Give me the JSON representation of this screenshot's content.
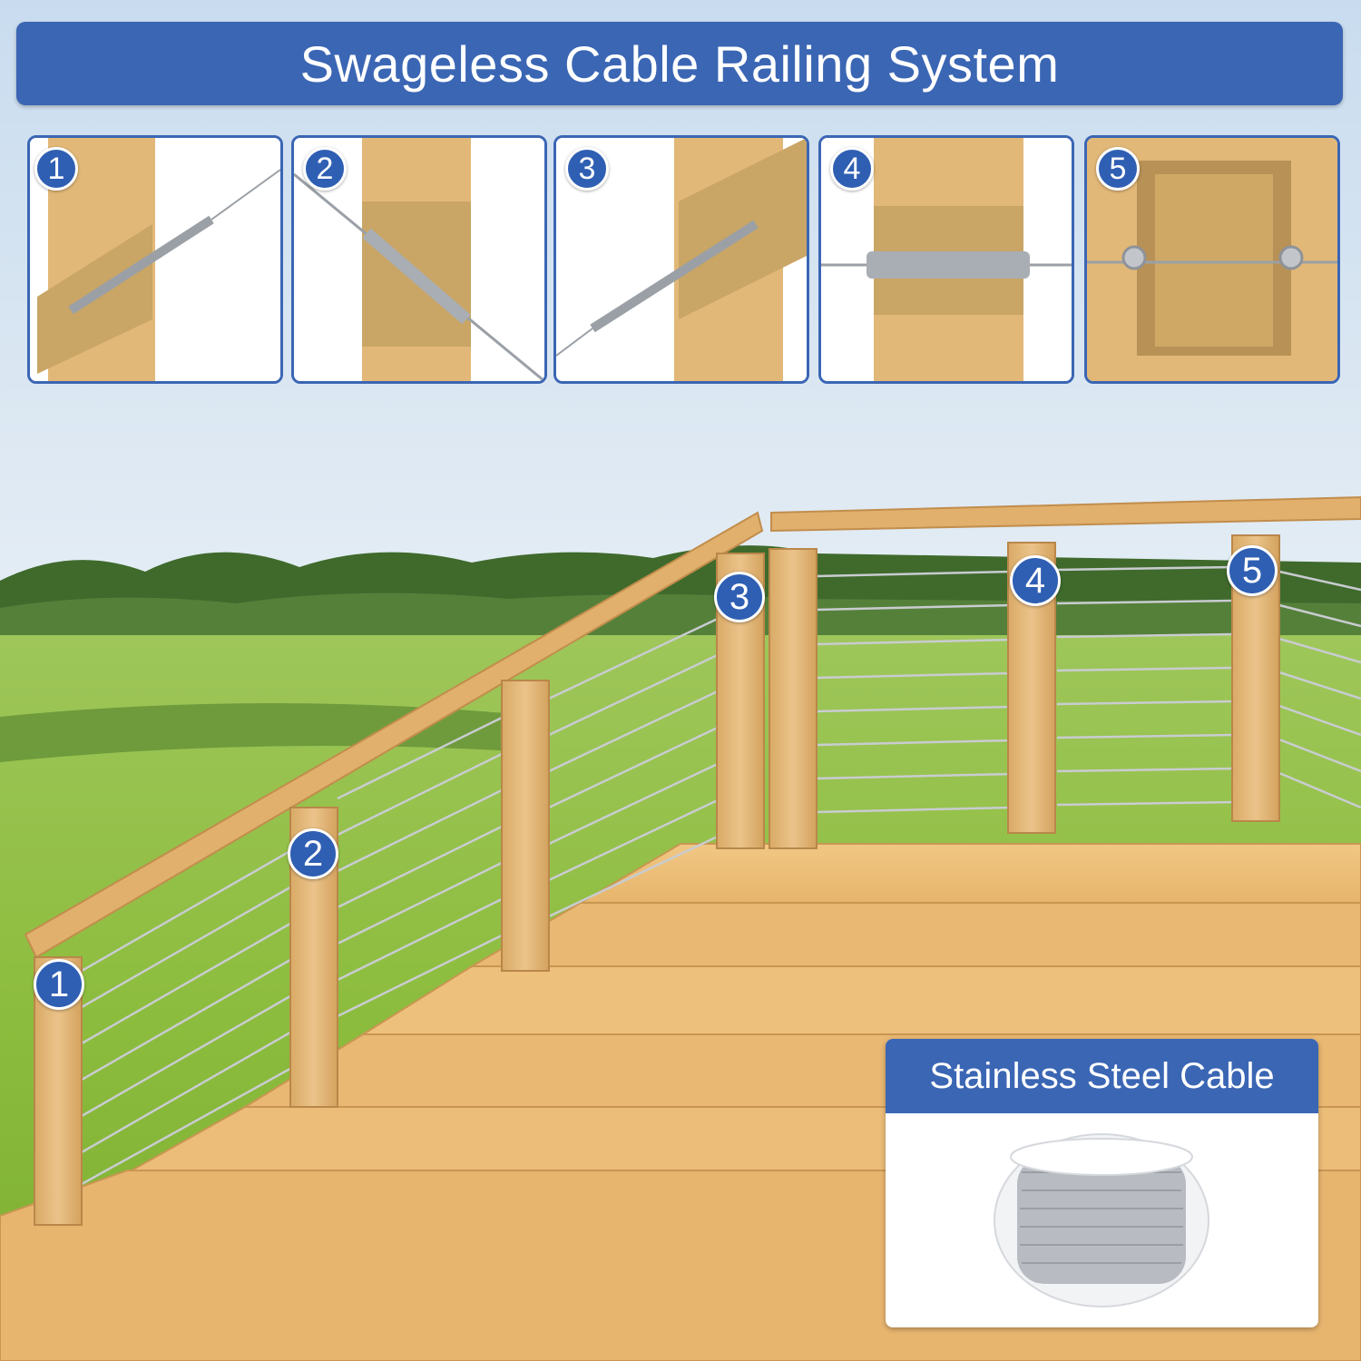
{
  "title": "Swageless Cable Railing System",
  "steps": [
    "1",
    "2",
    "3",
    "4",
    "5"
  ],
  "posts": [
    "1",
    "2",
    "3",
    "4",
    "5"
  ],
  "cable_box": {
    "label": "Stainless Steel Cable"
  },
  "colors": {
    "accent": "#3b66b4",
    "badge": "#2f5fb3",
    "wood": "#e2b878",
    "cable": "#b8bcc2"
  }
}
